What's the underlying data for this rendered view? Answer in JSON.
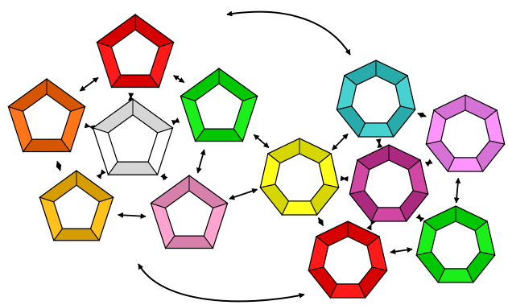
{
  "colors": {
    "outline": "#000000",
    "arrow": "#000000",
    "background": "#ffffff"
  },
  "nodes": [
    {
      "id": "red-top",
      "sides": 5,
      "fill": "#ff0000"
    },
    {
      "id": "orange-left",
      "sides": 5,
      "fill": "#ff6600"
    },
    {
      "id": "white-center",
      "sides": 5,
      "fill": "#ffffff"
    },
    {
      "id": "green-top",
      "sides": 5,
      "fill": "#00ee00"
    },
    {
      "id": "gold-bottom-left",
      "sides": 5,
      "fill": "#ffbb00"
    },
    {
      "id": "pink-bottom",
      "sides": 5,
      "fill": "#ff99cc"
    },
    {
      "id": "yellow-middle",
      "sides": 7,
      "fill": "#ffff00"
    },
    {
      "id": "cyan-top-right",
      "sides": 7,
      "fill": "#33cccc"
    },
    {
      "id": "violet-right",
      "sides": 7,
      "fill": "#ff88ff"
    },
    {
      "id": "magenta-center",
      "sides": 7,
      "fill": "#cc3399"
    },
    {
      "id": "red-bottom",
      "sides": 7,
      "fill": "#ff0000"
    },
    {
      "id": "green-bottom-right",
      "sides": 7,
      "fill": "#00ee00"
    }
  ],
  "links": [
    [
      "red-top",
      "orange-left"
    ],
    [
      "red-top",
      "green-top"
    ],
    [
      "red-top",
      "white-center"
    ],
    [
      "orange-left",
      "white-center"
    ],
    [
      "orange-left",
      "gold-bottom-left"
    ],
    [
      "white-center",
      "green-top"
    ],
    [
      "white-center",
      "gold-bottom-left"
    ],
    [
      "white-center",
      "pink-bottom"
    ],
    [
      "green-top",
      "pink-bottom"
    ],
    [
      "green-top",
      "yellow-middle"
    ],
    [
      "gold-bottom-left",
      "pink-bottom"
    ],
    [
      "pink-bottom",
      "yellow-middle"
    ],
    [
      "yellow-middle",
      "cyan-top-right"
    ],
    [
      "yellow-middle",
      "magenta-center"
    ],
    [
      "yellow-middle",
      "red-bottom"
    ],
    [
      "cyan-top-right",
      "violet-right"
    ],
    [
      "cyan-top-right",
      "magenta-center"
    ],
    [
      "violet-right",
      "magenta-center"
    ],
    [
      "violet-right",
      "green-bottom-right"
    ],
    [
      "magenta-center",
      "red-bottom"
    ],
    [
      "magenta-center",
      "green-bottom-right"
    ],
    [
      "red-bottom",
      "green-bottom-right"
    ]
  ],
  "curved_arrows": [
    {
      "id": "top-curved-arrow"
    },
    {
      "id": "bottom-curved-arrow"
    }
  ]
}
